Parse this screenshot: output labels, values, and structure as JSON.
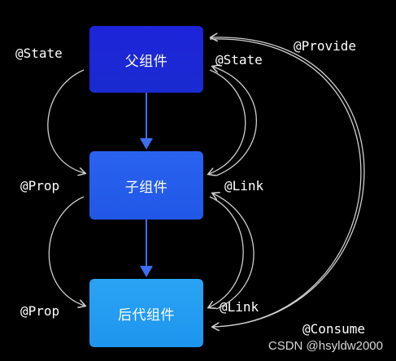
{
  "nodes": {
    "parent": "父组件",
    "child": "子组件",
    "grandchild": "后代组件"
  },
  "labels": {
    "state_left": "@State",
    "state_right": "@State",
    "provide": "@Provide",
    "prop_top": "@Prop",
    "link_top": "@Link",
    "prop_bottom": "@Prop",
    "link_bottom": "@Link",
    "consume": "@Consume"
  },
  "watermark": "CSDN @hsyldw2000",
  "colors": {
    "background": "#000000",
    "parent_box": "#1d24d9",
    "child_box": "#2a63f0",
    "grandchild_box": "#2aa3f4",
    "arrow_blue": "#3a6cf0",
    "curve_gray": "#cfcfcf"
  }
}
